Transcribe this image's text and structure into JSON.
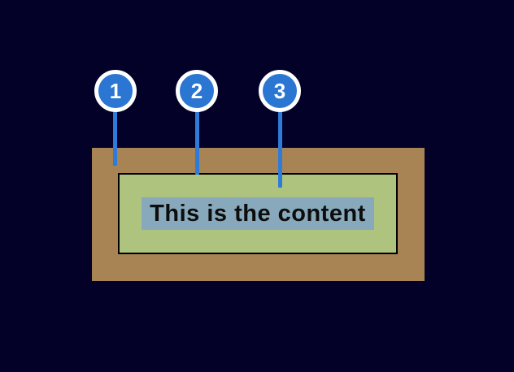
{
  "diagram": {
    "content_text": "This is the content",
    "callouts": [
      {
        "label": "1"
      },
      {
        "label": "2"
      },
      {
        "label": "3"
      }
    ]
  },
  "colors": {
    "background": "#030127",
    "outer_box": "#a88353",
    "inner_box": "#aec47e",
    "inner_box_border": "#000000",
    "content_highlight": "#87a9bb",
    "content_text_color": "#0d0d0d",
    "callout_fill": "#2a76d2",
    "callout_ring": "#ffffff",
    "callout_line": "#2e7bd9"
  }
}
